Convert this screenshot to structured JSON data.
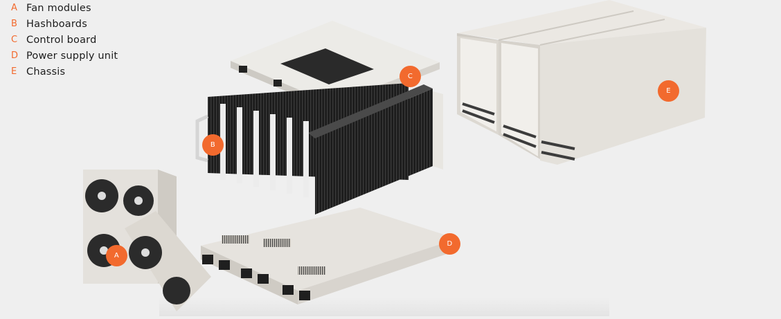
{
  "colors": {
    "accent": "#f26a2e",
    "background": "#efefef",
    "text": "#1c1c1c",
    "metal": "#e3e0da",
    "fin": "#1d1d1d"
  },
  "legend": [
    {
      "key": "A",
      "label": "Fan modules"
    },
    {
      "key": "B",
      "label": "Hashboards"
    },
    {
      "key": "C",
      "label": "Control board"
    },
    {
      "key": "D",
      "label": "Power supply unit"
    },
    {
      "key": "E",
      "label": "Chassis"
    }
  ],
  "callouts": {
    "a": "A",
    "b": "B",
    "c": "C",
    "d": "D",
    "e": "E"
  }
}
